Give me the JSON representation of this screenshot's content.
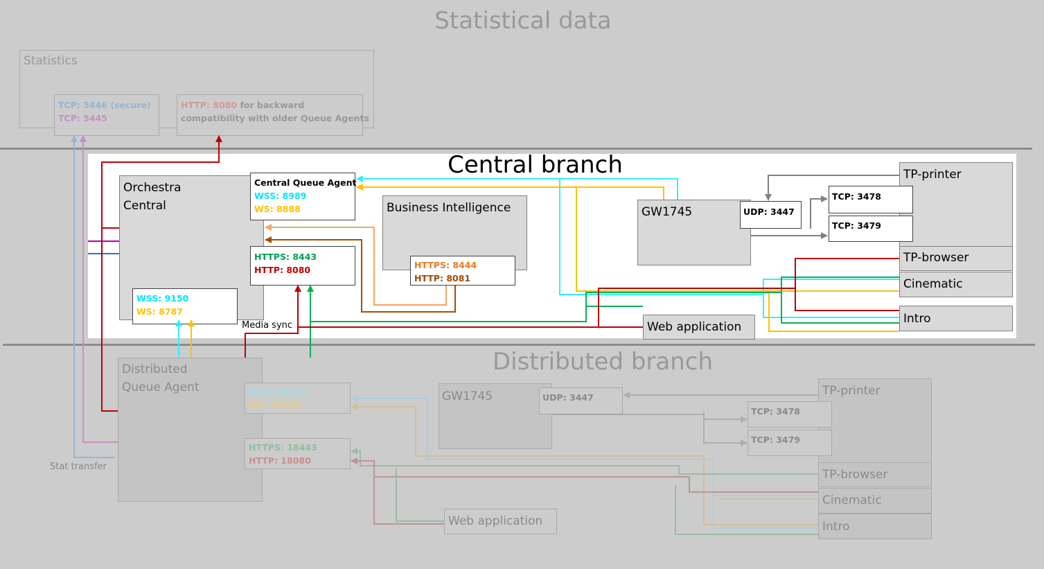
{
  "statistical": {
    "title": "Statistical data",
    "statistics_label": "Statistics",
    "tcp_secure": "TCP: 5446 (secure)",
    "tcp": "TCP: 5445",
    "http_prefix": "HTTP: 8080",
    "http_suffix": " for backward",
    "http_line2": "compatibility with older Queue Agents"
  },
  "central": {
    "title": "Central branch",
    "orchestra_line1": "Orchestra",
    "orchestra_line2": "Central",
    "cqa_title": "Central Queue Agent",
    "cqa_wss": "WSS: 8989",
    "cqa_ws": "WS: 8888",
    "https": "HTTPS: 8443",
    "http": "HTTP: 8080",
    "wss": "WSS: 9150",
    "ws": "WS: 8787",
    "media_sync": "Media sync",
    "bi_label": "Business Intelligence",
    "bi_https": "HTTPS: 8444",
    "bi_http": "HTTP: 8081",
    "gw_label": "GW1745",
    "udp": "UDP: 3447",
    "tcp1": "TCP: 3478",
    "tcp2": "TCP: 3479",
    "tp_printer": "TP-printer",
    "tp_browser": "TP-browser",
    "cinematic": "Cinematic",
    "intro": "Intro",
    "web_app": "Web application"
  },
  "distributed": {
    "title": "Distributed branch",
    "dqa_line1": "Distributed",
    "dqa_line2": "Queue Agent",
    "stat_transfer": "Stat transfer",
    "wss": "WSS: 18989",
    "ws": "WS: 18888",
    "https": "HTTPS: 18443",
    "http": "HTTP: 18080",
    "gw_label": "GW1745",
    "udp": "UDP: 3447",
    "tcp1": "TCP: 3478",
    "tcp2": "TCP: 3479",
    "tp_printer": "TP-printer",
    "tp_browser": "TP-browser",
    "cinematic": "Cinematic",
    "intro": "Intro",
    "web_app": "Web application"
  },
  "colors": {
    "cyan": "#33eeff",
    "yellow": "#ffc000",
    "green": "#00b050",
    "red": "#c00000",
    "orange": "#f08030",
    "brown": "#a05000",
    "grey": "#808080",
    "blue": "#4f81bd",
    "magenta": "#cc44cc"
  }
}
